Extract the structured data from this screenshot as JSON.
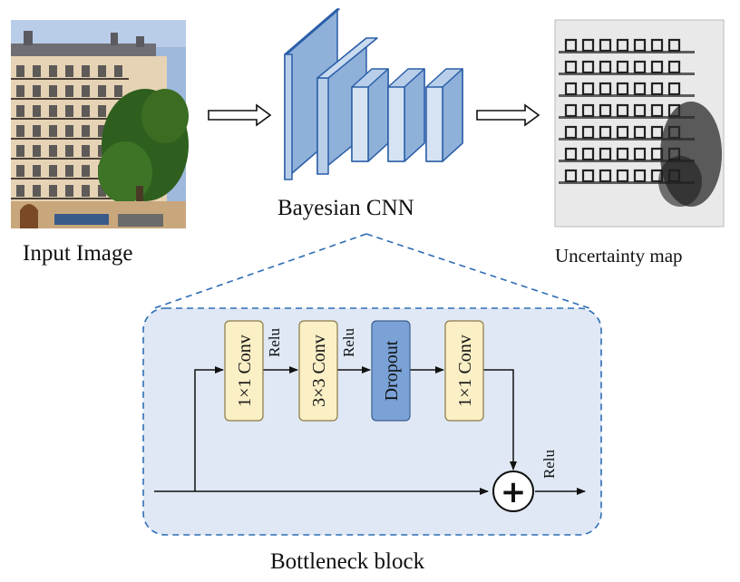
{
  "labels": {
    "input_image": "Input Image",
    "bayesian_cnn": "Bayesian CNN",
    "uncertainty_map": "Uncertainty map",
    "bottleneck_block": "Bottleneck block"
  },
  "bottleneck": {
    "blocks": [
      {
        "label": "1×1 Conv",
        "kind": "conv"
      },
      {
        "label": "3×3 Conv",
        "kind": "conv"
      },
      {
        "label": "Dropout",
        "kind": "dropout"
      },
      {
        "label": "1×1 Conv",
        "kind": "conv"
      }
    ],
    "activation_labels": [
      "Relu",
      "Relu",
      "Relu"
    ],
    "sum_symbol": "+"
  },
  "colors": {
    "cnn_fill": "#8fb0d8",
    "cnn_stroke": "#2a5ea8",
    "block_region_fill": "#dfe8f4",
    "block_region_stroke": "#2f6db5",
    "conv_fill": "#fbefc6",
    "conv_stroke": "#8c7a45",
    "dropout_fill": "#7aa2d6",
    "dropout_stroke": "#3d5f8e"
  }
}
